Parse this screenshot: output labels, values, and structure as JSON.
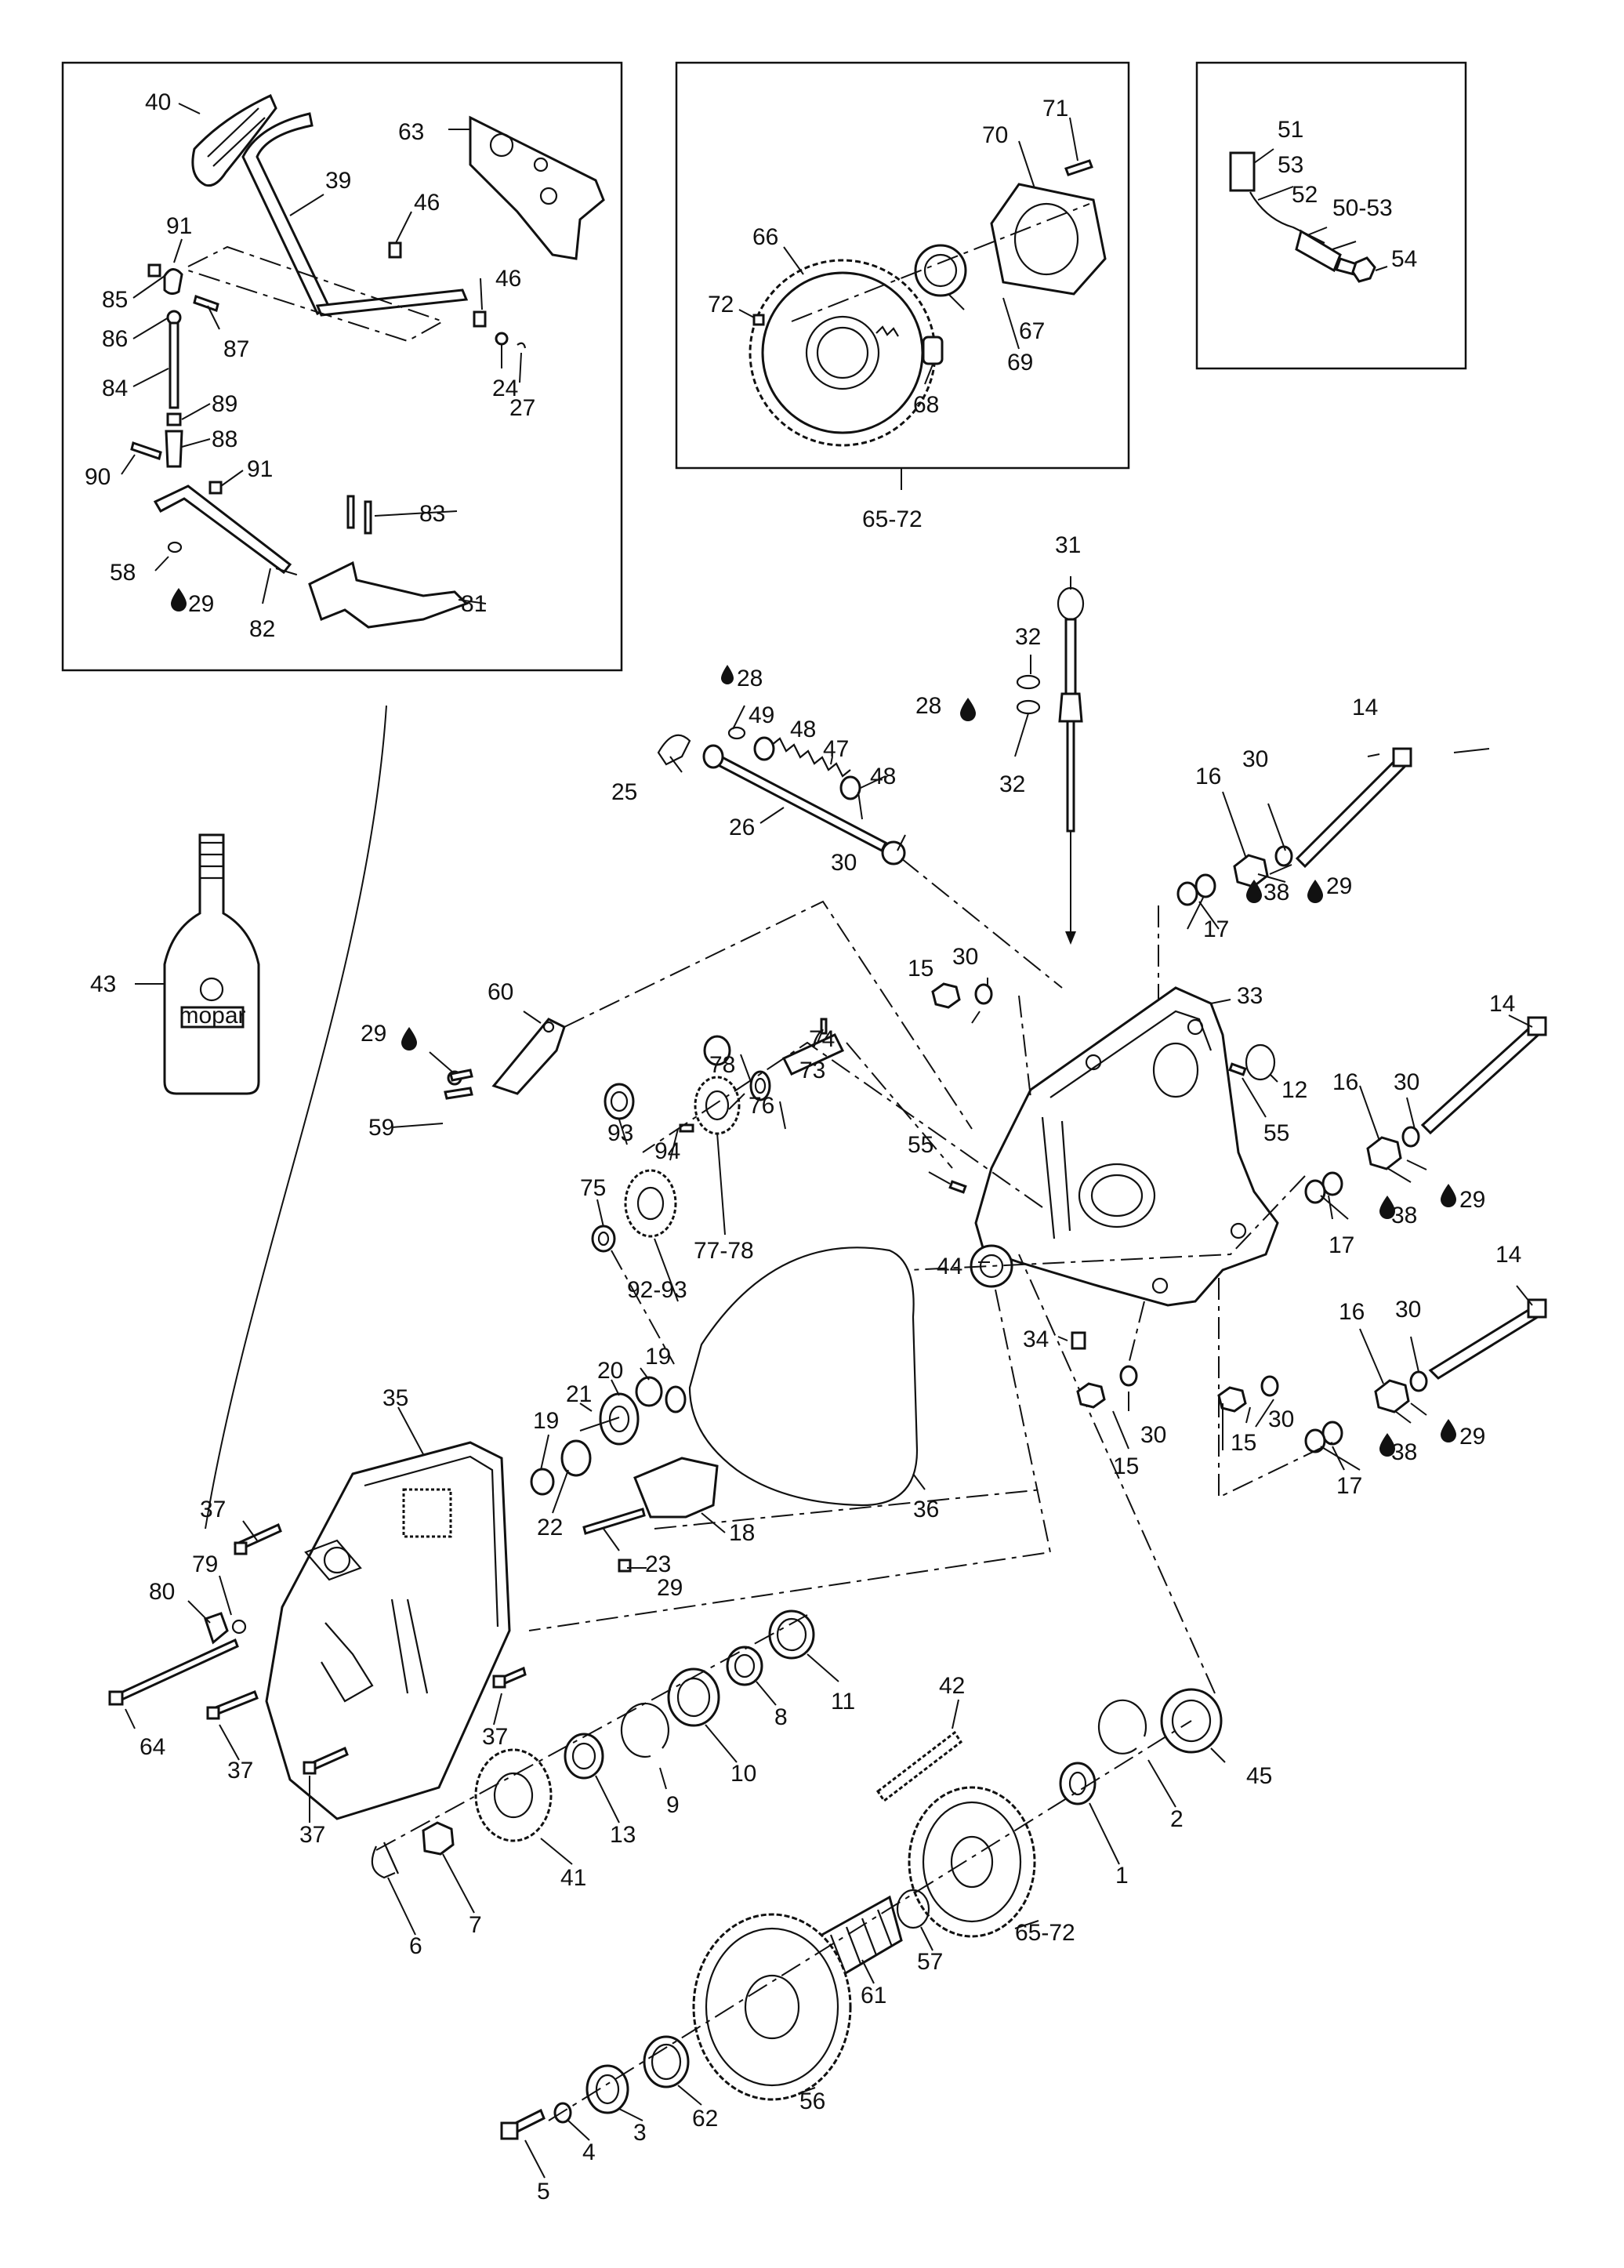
{
  "diagram": {
    "labels": {
      "n1": "1",
      "n2": "2",
      "n3": "3",
      "n4": "4",
      "n5": "5",
      "n6": "6",
      "n7": "7",
      "n8": "8",
      "n9": "9",
      "n10": "10",
      "n11": "11",
      "n12": "12",
      "n13": "13",
      "n14a": "14",
      "n14b": "14",
      "n14c": "14",
      "n15a": "15",
      "n15b": "15",
      "n15c": "15",
      "n16a": "16",
      "n16b": "16",
      "n16c": "16",
      "n17a": "17",
      "n17b": "17",
      "n17c": "17",
      "n18": "18",
      "n19a": "19",
      "n19b": "19",
      "n20": "20",
      "n21": "21",
      "n22": "22",
      "n23": "23",
      "n24": "24",
      "n25": "25",
      "n26": "26",
      "n27": "27",
      "n28a": "28",
      "n28b": "28",
      "n29a": "29",
      "n29b": "29",
      "n29c": "29",
      "n29d": "29",
      "n29e": "29",
      "n29f": "29",
      "n30a": "30",
      "n30b": "30",
      "n30c": "30",
      "n30d": "30",
      "n30e": "30",
      "n30f": "30",
      "n30g": "30",
      "n31": "31",
      "n32a": "32",
      "n32b": "32",
      "n33": "33",
      "n34": "34",
      "n35": "35",
      "n36": "36",
      "n37a": "37",
      "n37b": "37",
      "n37c": "37",
      "n37d": "37",
      "n38a": "38",
      "n38b": "38",
      "n38c": "38",
      "n39": "39",
      "n40": "40",
      "n41": "41",
      "n42": "42",
      "n43": "43",
      "n44": "44",
      "n45": "45",
      "n46a": "46",
      "n46b": "46",
      "n47": "47",
      "n48a": "48",
      "n48b": "48",
      "n49": "49",
      "n50_53": "50-53",
      "n51": "51",
      "n52": "52",
      "n53": "53",
      "n54": "54",
      "n55a": "55",
      "n55b": "55",
      "n56": "56",
      "n57": "57",
      "n58": "58",
      "n59": "59",
      "n60": "60",
      "n61": "61",
      "n62": "62",
      "n63": "63",
      "n64": "64",
      "n65_72a": "65-72",
      "n65_72b": "65-72",
      "n66": "66",
      "n67": "67",
      "n68": "68",
      "n69": "69",
      "n70": "70",
      "n71": "71",
      "n72": "72",
      "n73": "73",
      "n74": "74",
      "n75": "75",
      "n76": "76",
      "n77_78": "77-78",
      "n78": "78",
      "n79": "79",
      "n80": "80",
      "n81": "81",
      "n82": "82",
      "n83": "83",
      "n84": "84",
      "n85": "85",
      "n86": "86",
      "n87": "87",
      "n88": "88",
      "n89": "89",
      "n90": "90",
      "n91a": "91",
      "n91b": "91",
      "n92_93": "92-93",
      "n93": "93",
      "n94": "94"
    },
    "lubricant_icon": "oil-drop-icon",
    "bottle_brand": "mopar"
  }
}
